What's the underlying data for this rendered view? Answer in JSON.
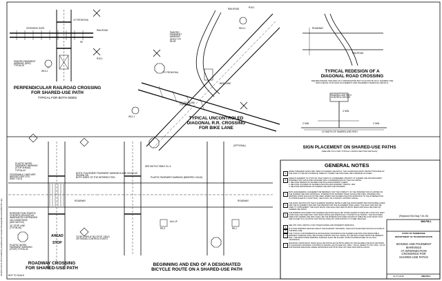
{
  "panels": {
    "perpendicular": {
      "title": "PERPENDICULAR RAILROAD CROSSING\nFOR SHARED-USE PATH",
      "subtitle": "TYPICAL FOR BOTH SIDES",
      "labels": {
        "railroad": "RAILROAD",
        "crossing_gate": "CROSSING GATE",
        "dist_50": "50'",
        "painted_marking": "PAINTED PAVEMENT\nMARKING (RXR)\nTYP.06-25",
        "ten_ft_from_rail": "10' FROM RAIL",
        "sign_r15_1": "R15-1",
        "sign_w10_1": "W10-1",
        "stop_bar": "STOP BAR"
      }
    },
    "diagonal": {
      "title": "TYPICAL UNCONTROLED\nDIAGONAL R.R. CROSSING\nFOR BIKE LANE",
      "labels": {
        "painted_pavement": "PAINTED\nPAVEMENT\nMARKING\n(RXR) TYP\n06-25",
        "railroad": "RAILROAD",
        "r15_1": "R15-1",
        "w10_1": "W10-1",
        "dist_24": "24\"",
        "ten_ft": "10' FROM RAIL",
        "bike_lane": "BIKE LANE",
        "stop_bar": "24\" STOP LINE\nTYP.06-36",
        "w11_1": "W11-1"
      }
    },
    "redesign": {
      "title": "TYPICAL REDESIGN OF A\nDIAGONAL ROAD CROSSING",
      "subtitle": "SEE BEGINNING AND END OF A DESIGNATED BICYCLE ROUTE ON A SHARED-USE\nPATH DETAIL FOR SIGN PLACEMENT AND PAVEMENT MARKING DETAILS.",
      "labels": {
        "roadway": "ROADWAY",
        "railroad": "RAILROAD"
      }
    },
    "sign_placement": {
      "title": "SIGN PLACEMENT ON SHARED-USE PATHS",
      "subtitle": "(SEE MM-TS-S FOR TYPICAL CROSS SECTION DETAILS)",
      "labels": {
        "sign_text": "SHARED-USE PATH\nCONTROL DEVICE",
        "width": "10' WIDTH OF SHARED-USE PATH",
        "offset": "2' MIN.",
        "offset2": "2' MIN.",
        "height": "4' MIN.",
        "shoulder": "SHOULDER"
      }
    },
    "roadway_crossing": {
      "title": "ROADWAY CROSSING\nFOR SHARED-USE PATH",
      "labels": {
        "w11_1": "W11-1",
        "ahead": "AHEAD",
        "stop": "STOP",
        "plastic_word": "PLASTIC WORD\nPAVEMENT MARKING\n(STOP AHEAD)\nTYP.06-43",
        "r1_1": "R1-1",
        "crosswalk": "CROSSWALK LINES ARE\nNEEDED (SEE STD.\nDWG T-M-4)",
        "intersection": "INTERSECTION TRAFFIC\nCONTROL DEVICES AS\nWARRANTED DEPENDING\nON CONDITIONS\n(SEE MUTCD)",
        "roadway": "ROADWAY",
        "stop_line": "24\" STOP LINE\n(TYP.06-36)",
        "plastic_stop": "PLASTIC WORD\nPAVEMENT MARKING\n(STOP) TYP.06-43",
        "w11_15": "W11-15",
        "w16_7p": "W16-7P",
        "note": "NOTE: PLACEMENT PAVEMENT MARKINGS AND SIGNS AS SHOWN ON\nBOTH SIDES OF THE INTERSECTION",
        "stop_yield_note": "TO BE USED IF NO STOP, YIELD\nOR SIGNAL CONTROL EXISTS"
      }
    },
    "bicycle_route": {
      "title": "BEGINNING AND END OF A DESIGNATED\nBICYCLE ROUTE ON A SHARED-USE PATH",
      "labels": {
        "see_mutcd": "SEE MUTCD TABLE 2C-4",
        "plastic_marking": "PLASTIC PAVEMENT MARKING (BIKE/PED. EACH)",
        "stop": "STOP",
        "roadway": "ROADWAY",
        "m11_1p": "M11-1P",
        "r9_3": "R9-3",
        "r5_1": "R5-1",
        "w11_15": "W11-15",
        "w16_7p": "W16-7P",
        "optional": "(OPTIONAL)",
        "r1_1": "R1-1",
        "shared_path": "SHARED-USE PATH"
      }
    }
  },
  "general_notes": {
    "heading": "GENERAL NOTES",
    "items": [
      {
        "label": "A",
        "text": "WHEN OVERHEAD SIGNS ARE USED ON SHARED-USE PATHS, THE CLEARANCE FROM THE BOTTOM EDGE OF THE SIGN TO THE PATH SURFACE, DIRECTLY UNDER THE SIGN SHALL BE A MINIMUM OF 8 FEET."
      },
      {
        "label": "B",
        "text": "WHEN PLACEMENT OF STOP OR YIELD SIGNS IS CONSIDERED, PRIORITY AT SHARED-USE PATH/ROADWAY INTERSECTION SHOULD BE ASSIGNED WITH CONSIDERATION OF THE FOLLOWING:\n1. RELATIVE SPEEDS OF SHARED-USE PATH AND ROADWAY USERS.\n2. RELATIVE VOLUMES OF SHARED-USE PATH AND ROADWAY TRAFFIC, AND\n3. RELATIVE IMPORTANCE OF SHARED-USE PATH AND ROADWAY."
      },
      {
        "label": "C",
        "text": "BOTH ENGINEERING JUDGEMENT DETERMINES THAT THE VISIBILITY OF THE INTERSECTION IS LIMITED ON THE SHARED-USE PATH APPROACH, INTERSECTION WARNING SIGNS SHOULD BE USED. INTERSECTION WARNING SIGNS SHOULD NOT BE USED UNDER THE SHARED-USE PATH APPROACH TO THE INTERSECTION IS CONTROLLED BY A STOP SIGN, YIELD SIGN, OR A TRAFFIC CONTROL SIGNAL."
      },
      {
        "label": "D",
        "text": "THE SIGNS SHOWN FOR THE PLACEMENT MARKING DETAILS ARE THE SIGNS PERMITTED WITHIN BIKE LANES AND THE PLACEMENT AND ARE THE MINIMUM FOR THE PLACEMENT BIKE LANES. THE INLET SIGN MAY BE USED TO SUPPLEMENT THE SOLID WHITE LINE SHALL BE USED ON BOTH SIDES AND SHALL BE USED ON SHARED-USE PATHS."
      },
      {
        "label": "E",
        "text": "THE MINIMUM SIGN SIZES FOR SHARED-USE PATHS SHALL BE THOSE SHOWN IN TABLE 9B-1 IN MUTCD. PART 9 AND SHALL BE USED ONLY FOR SIGNS INSTALLED SPECIFICALLY FOR BICYCLE TRAFFIC. THE SIGN SIZES USED FOR SHARED-USE PATH SHALL BE THE MINIMUM SIGN SIZES SHOWN IN TABLE 9B-1 FOR SIGNS THAT ARE PLACED IN A LOCATION THAT WOULD HAVE ANY APPLICATION TO OTHER VEHICLES."
      },
      {
        "label": "F",
        "text": "SEE STD. DWG. MM-PM-1 FOR OTHER SIGNING AND PAVEMENT MARKINGS."
      },
      {
        "label": "G",
        "text": "IF ACTIVE WARNING DEVICES ARE AT THE ROADWAY CROSSING, THEN ACTIVE DEVICES SHOULD ALSO BE AT THE BIKE LANE."
      },
      {
        "label": "H",
        "text": "THE TYPICAL FOR PERPENDICULAR RAILROAD CROSSINGS FOR SHARED-USE PATH FOR DETECTABLE WARNING SURFACE SHALL BE PLACED ACROSS THE FULL WIDTH OF THE PATH 6 FEET FROM THE NEAREST RAIL. THE DETECTABLE WARNING SURFACE SHALL BE PLACED ON BOTH APPROACHES OF ALL RAIL CROSSINGS."
      },
      {
        "label": "I",
        "text": "RAILROAD CROSS BUCK SIGNS SHALL BE INSTALLED ON BOTH SIDES OF THE SHARED-USE PATH CROSSING IF A RAILROAD CROSSING CONTAINS FLASHING LIGHTS (SEE STD. DWG. T-M-16). REFER TO STD. DWG. T-M-16 FOR PASSIVE RAILROAD GRADE CROSSINGS FOR STOP SIGN OR YIELD SIGN INSTALLATION."
      }
    ]
  },
  "title_block": {
    "revised": "(Replaced Std Dwg T-M-15)",
    "sheet": "MM-PM-1",
    "state": "STATE OF TENNESSEE",
    "dept": "DEPARTMENT OF TRANSPORTATION",
    "drawing_title": "SIGNING AND PAVEMENT\nMARKINGS\nAT INTERSECTION\nCROSSINGS FOR\nSHARED-USE PATHS",
    "date": "01-07-2018",
    "sheet_label": "MM-PM-1"
  },
  "margin": {
    "not_to_scale": "NOT TO SCALE",
    "file_path": "2/1/2019 3:52:41 PM  Z:\\CADD\\Std_Dwg\\Mountain Standard Drawings\\Microstation\\MM-PM-1.dgn"
  }
}
